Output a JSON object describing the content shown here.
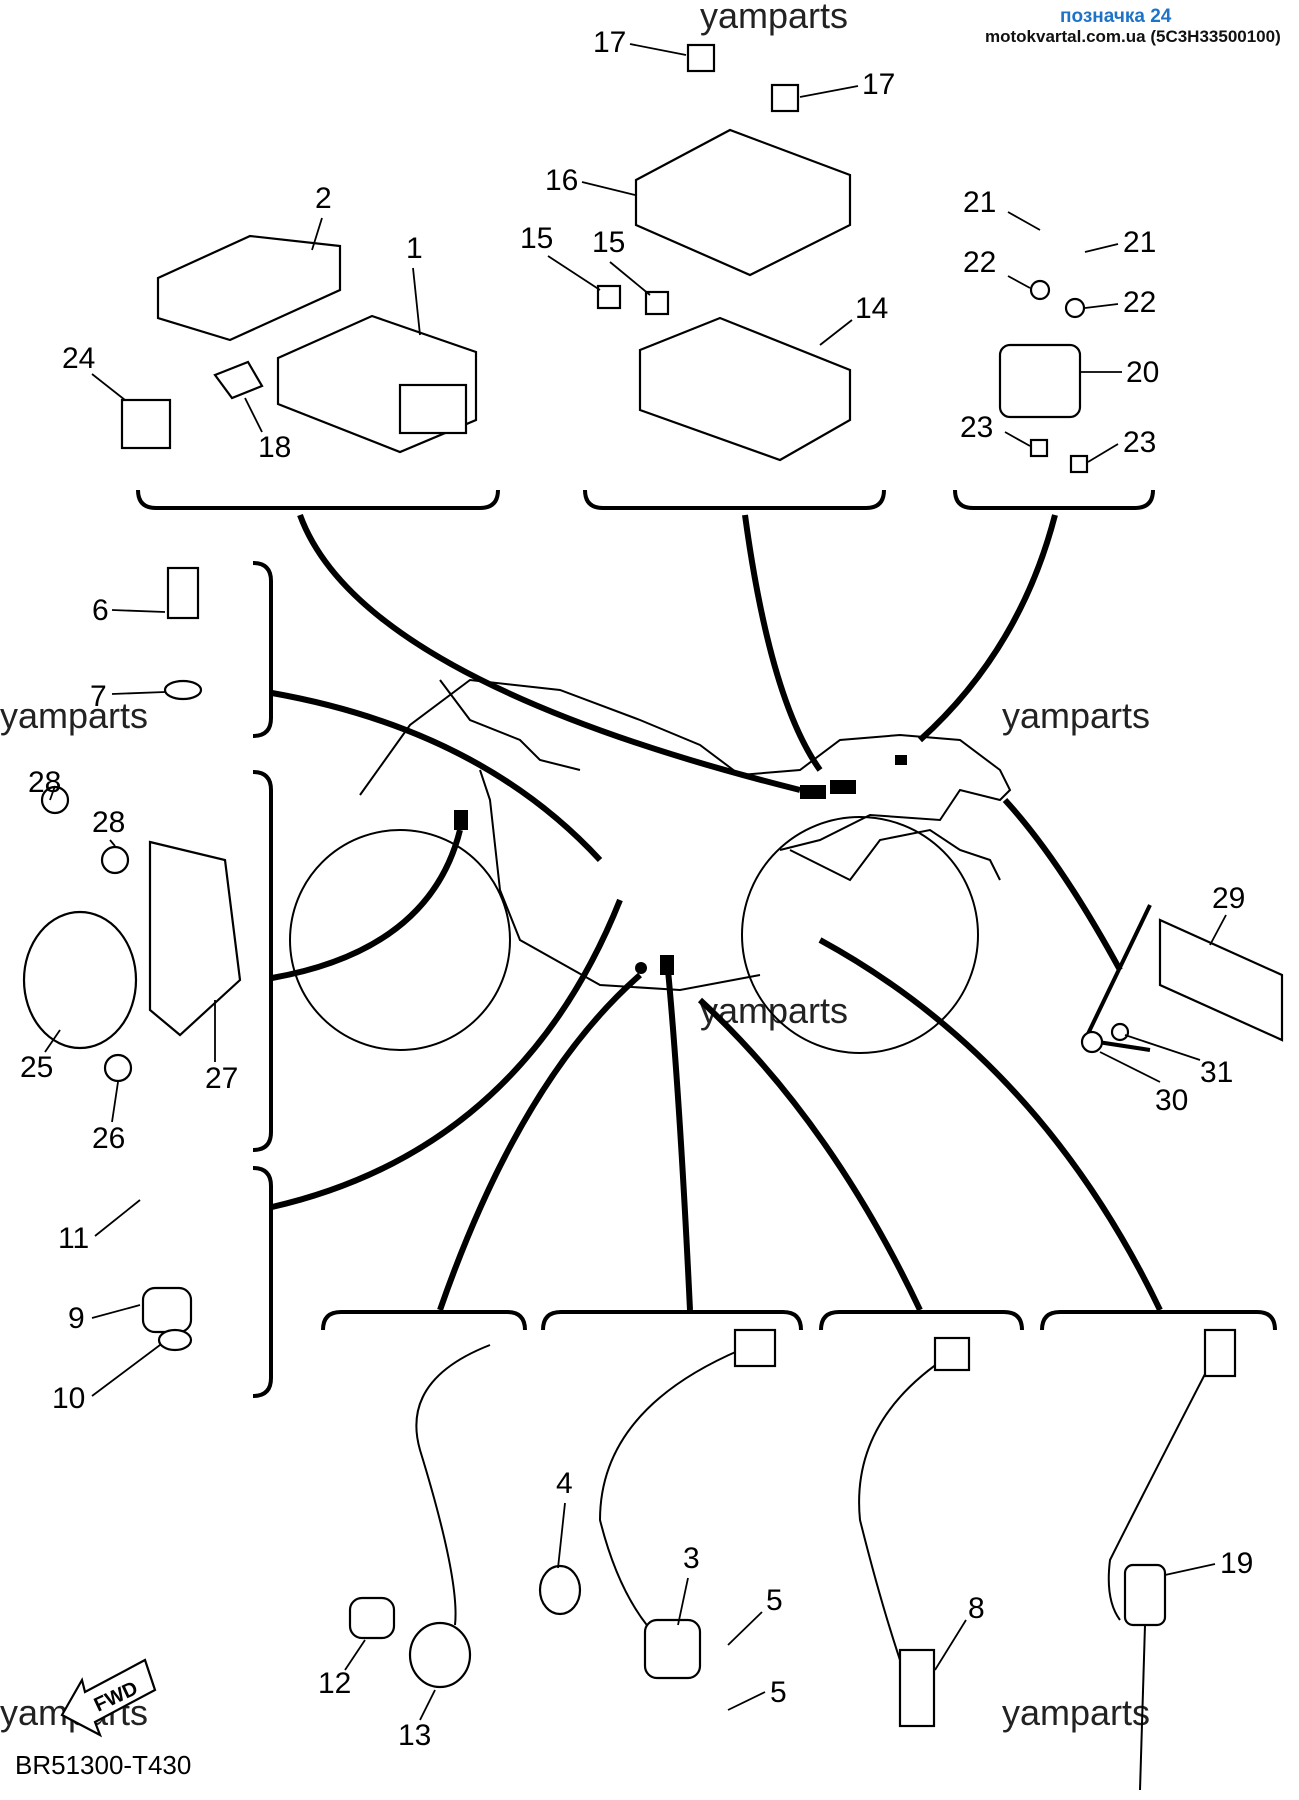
{
  "header": {
    "label": "позначка 24",
    "source": "motokvartal.com.ua (5C3H33500100)"
  },
  "watermark": "yamparts",
  "drawing_id": "BR51300-T430",
  "fwd_label": "FWD",
  "callouts": [
    {
      "num": "1"
    },
    {
      "num": "2"
    },
    {
      "num": "3"
    },
    {
      "num": "4"
    },
    {
      "num": "5"
    },
    {
      "num": "5"
    },
    {
      "num": "6"
    },
    {
      "num": "7"
    },
    {
      "num": "8"
    },
    {
      "num": "9"
    },
    {
      "num": "10"
    },
    {
      "num": "11"
    },
    {
      "num": "12"
    },
    {
      "num": "13"
    },
    {
      "num": "14"
    },
    {
      "num": "15"
    },
    {
      "num": "15"
    },
    {
      "num": "16"
    },
    {
      "num": "17"
    },
    {
      "num": "17"
    },
    {
      "num": "18"
    },
    {
      "num": "19"
    },
    {
      "num": "20"
    },
    {
      "num": "21"
    },
    {
      "num": "21"
    },
    {
      "num": "22"
    },
    {
      "num": "22"
    },
    {
      "num": "23"
    },
    {
      "num": "23"
    },
    {
      "num": "24"
    },
    {
      "num": "25"
    },
    {
      "num": "26"
    },
    {
      "num": "27"
    },
    {
      "num": "28"
    },
    {
      "num": "28"
    },
    {
      "num": "29"
    },
    {
      "num": "30"
    },
    {
      "num": "31"
    }
  ]
}
